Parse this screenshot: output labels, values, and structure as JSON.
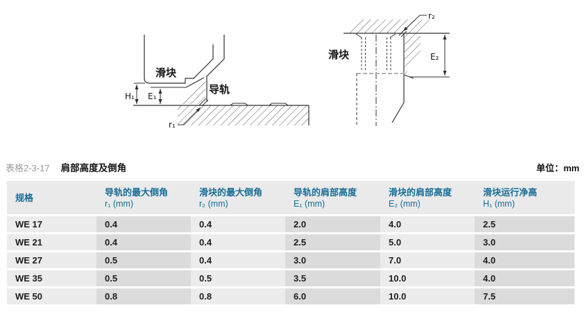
{
  "colors": {
    "accent_blue": "#166d96",
    "header_bg": "#eaeaea",
    "cell_light": "#ececec",
    "cell_dark": "#dbdbdb",
    "caption_gray": "#9b9b9b",
    "line": "#2f2f2f"
  },
  "caption": {
    "number": "表格2-3-17",
    "title": "肩部高度及倒角",
    "unit": "单位：mm"
  },
  "diagrams": {
    "left": {
      "slider": "滑块",
      "rail": "导轨",
      "dim_h1": "H₁",
      "dim_e1": "E₁",
      "dim_r1": "r₁"
    },
    "right": {
      "slider": "滑块",
      "dim_e2": "E₂",
      "dim_r2": "r₂"
    }
  },
  "table": {
    "columns": [
      {
        "line1": "规格",
        "line2": ""
      },
      {
        "line1": "导轨的最大倒角",
        "line2": "r₁ (mm)"
      },
      {
        "line1": "滑块的最大倒角",
        "line2": "r₂ (mm)"
      },
      {
        "line1": "导轨的肩部高度",
        "line2": "E₁ (mm)"
      },
      {
        "line1": "滑块的肩部高度",
        "line2": "E₂ (mm)"
      },
      {
        "line1": "滑块运行净高",
        "line2": "H₁ (mm)"
      }
    ],
    "rows": [
      {
        "spec": "WE 17",
        "values": [
          "0.4",
          "0.4",
          "2.0",
          "4.0",
          "2.5"
        ]
      },
      {
        "spec": "WE 21",
        "values": [
          "0.4",
          "0.4",
          "2.5",
          "5.0",
          "3.0"
        ]
      },
      {
        "spec": "WE 27",
        "values": [
          "0.5",
          "0.4",
          "3.0",
          "7.0",
          "4.0"
        ]
      },
      {
        "spec": "WE 35",
        "values": [
          "0.5",
          "0.5",
          "3.5",
          "10.0",
          "4.0"
        ]
      },
      {
        "spec": "WE 50",
        "values": [
          "0.8",
          "0.8",
          "6.0",
          "10.0",
          "7.5"
        ]
      }
    ]
  }
}
